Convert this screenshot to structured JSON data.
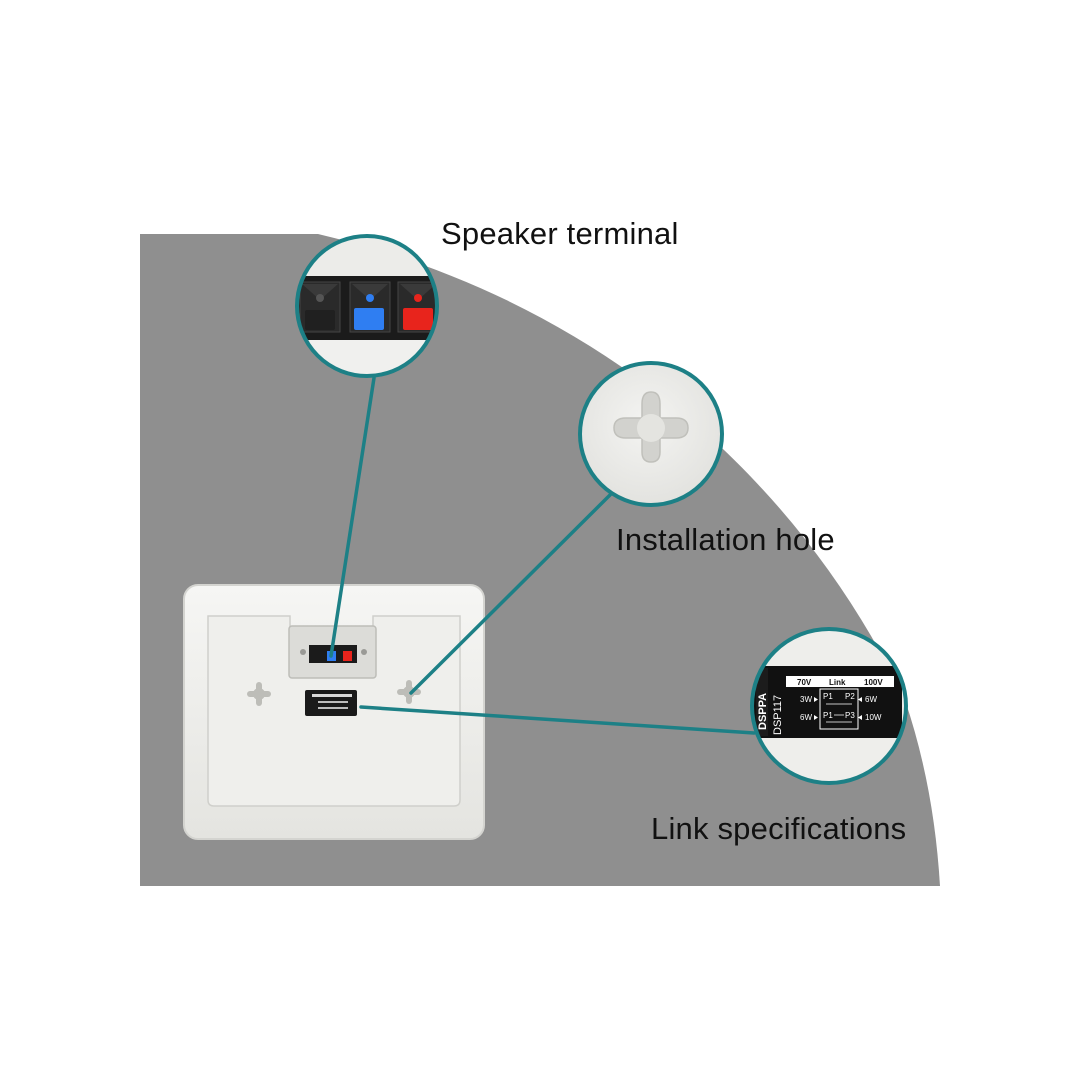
{
  "colors": {
    "page_background": "#ffffff",
    "backdrop_gray": "#8f8f8f",
    "callout_teal": "#1d8086",
    "speaker_body": "#f0f0ee",
    "terminal_black": "#1b1b1b",
    "terminal_blue": "#2f7ef2",
    "terminal_red": "#e8241c",
    "label_plate": "#111111"
  },
  "callouts": [
    {
      "id": "terminal",
      "label": "Speaker terminal",
      "icon": "speaker-terminal-icon"
    },
    {
      "id": "hole",
      "label": "Installation hole",
      "icon": "keyhole-icon"
    },
    {
      "id": "link",
      "label": "Link specifications",
      "icon": "link-spec-plate-icon"
    }
  ],
  "spec_plate": {
    "brand": "DSPPA",
    "model": "DSP117",
    "header": {
      "left": "70V",
      "middle": "Link",
      "right": "100V"
    },
    "rows": [
      {
        "left_watt": "3W",
        "link": [
          "P1",
          "P2"
        ],
        "right_watt": "6W"
      },
      {
        "left_watt": "6W",
        "link": [
          "P1",
          "P3"
        ],
        "right_watt": "10W"
      }
    ]
  }
}
